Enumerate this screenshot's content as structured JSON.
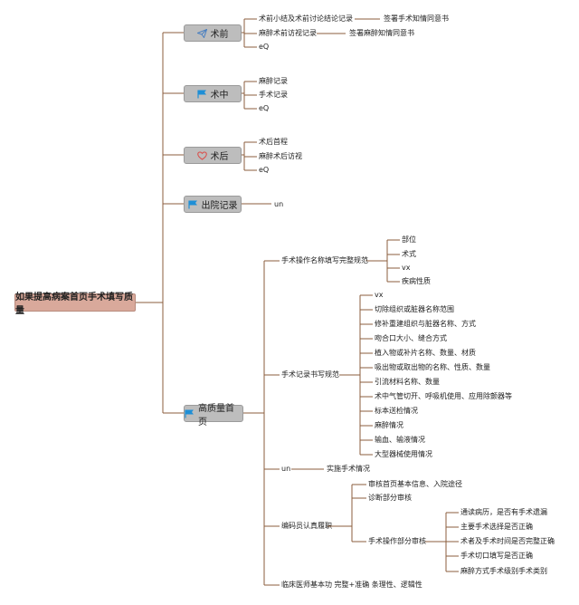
{
  "root": "如果提高病案首页手术填写质量",
  "colors": {
    "line": "#8b5e3c",
    "root_bg": "#d9a99b",
    "node_bg": "#bdbdbd",
    "flag": "#1f8fd6",
    "heart": "#d9534f",
    "plane": "#4a7fc1"
  },
  "pre": {
    "label": "术前",
    "icon": "paper-plane-icon",
    "items": [
      "术前小结及术前讨论结论记录",
      "麻醉术前访视记录",
      "eQ"
    ],
    "sub": [
      "签署手术知情同意书",
      "签署麻醉知情同意书"
    ]
  },
  "mid": {
    "label": "术中",
    "icon": "flag-icon",
    "items": [
      "麻醉记录",
      "手术记录",
      "eQ"
    ]
  },
  "post": {
    "label": "术后",
    "icon": "heart-icon",
    "items": [
      "术后首程",
      "麻醉术后访视",
      "eQ"
    ]
  },
  "discharge": {
    "label": "出院记录",
    "icon": "flag-icon",
    "item": "un"
  },
  "quality": {
    "label": "高质量首页",
    "icon": "flag-icon",
    "op_name": {
      "label": "手术操作名称填写完整规范",
      "items": [
        "部位",
        "术式",
        "vx",
        "疾病性质"
      ]
    },
    "op_record": {
      "label": "手术记录书写规范",
      "items": [
        "vx",
        "切除组织或脏器名称范围",
        "修补重建组织与脏器名称、方式",
        "吻合口大小、缝合方式",
        "植入物或补片名称、数量、材质",
        "吸出物或取出物的名称、性质、数量",
        "引流材料名称、数量",
        "术中气管切开、呼吸机使用、应用除颤器等",
        "标本送检情况",
        "麻醉情况",
        "输血、输液情况",
        "大型器械使用情况"
      ]
    },
    "un": {
      "label": "un",
      "item": "实施手术情况"
    },
    "coder": {
      "label": "编码员认真履职",
      "items": [
        "审核首页基本信息、入院途径",
        "诊断部分审核"
      ],
      "op_part": {
        "label": "手术操作部分审核",
        "items": [
          "通读病历，是否有手术遗漏",
          "主要手术选择是否正确",
          "术者及手术时间是否完整正确",
          "手术切口填写是否正确",
          "麻醉方式手术级别手术类别"
        ]
      }
    },
    "clinician": "临床医师基本功 完整+准确 条理性、逻辑性"
  }
}
